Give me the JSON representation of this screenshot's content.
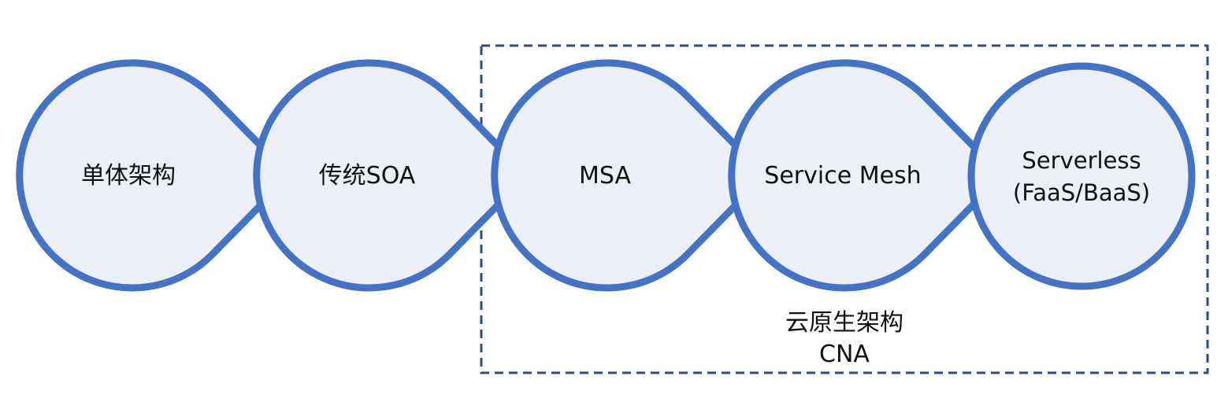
{
  "stages": [
    {
      "lines": [
        "单体架构"
      ]
    },
    {
      "lines": [
        "传统SOA"
      ]
    },
    {
      "lines": [
        "MSA"
      ]
    },
    {
      "lines": [
        "Service Mesh"
      ]
    },
    {
      "lines": [
        "Serverless",
        "(FaaS/BaaS)"
      ]
    }
  ],
  "group": {
    "label_line1": "云原生架构",
    "label_line2": "CNA",
    "covers_stages": [
      "MSA",
      "Service Mesh",
      "Serverless"
    ]
  },
  "colors": {
    "node_stroke": "#4472C4",
    "node_fill": "#EAEFF8",
    "group_border": "#2F4B7E",
    "text": "#111111"
  }
}
